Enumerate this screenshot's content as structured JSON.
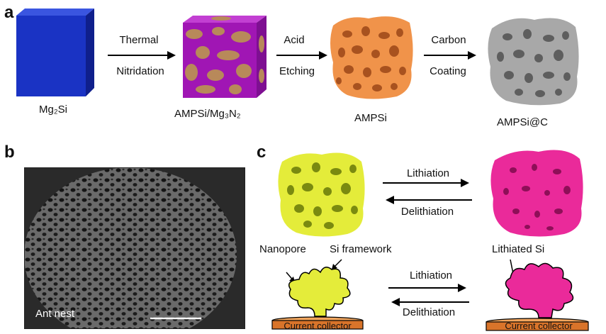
{
  "panels": {
    "a": "a",
    "b": "b",
    "c": "c"
  },
  "panel_a": {
    "materials": [
      "Mg₂Si",
      "AMPSi/Mg₃N₂",
      "AMPSi",
      "AMPSi@C"
    ],
    "steps": [
      {
        "top": "Thermal",
        "bottom": "Nitridation"
      },
      {
        "top": "Acid",
        "bottom": "Etching"
      },
      {
        "top": "Carbon",
        "bottom": "Coating"
      }
    ],
    "colors": {
      "cube": "#1a33c4",
      "nitride_bg": "#a016b4",
      "nitride_spots": "#b8895a",
      "ampsi": "#f0934a",
      "carbon": "#a8a8a8"
    }
  },
  "panel_b": {
    "caption": "Ant nest",
    "colors": {
      "photo": "#4a4a4a"
    }
  },
  "panel_c": {
    "top_forward": "Lithiation",
    "top_backward": "Delithiation",
    "labels": {
      "nanopore": "Nanopore",
      "si_framework": "Si framework",
      "lithiated_si": "Lithiated Si"
    },
    "bottom_forward": "Lithiation",
    "bottom_backward": "Delithiation",
    "collector_left": "Current collector",
    "collector_right": "Current collector",
    "colors": {
      "si": "#e4ec3a",
      "lithiated": "#ea2a9a",
      "collector": "#d9742a"
    }
  }
}
